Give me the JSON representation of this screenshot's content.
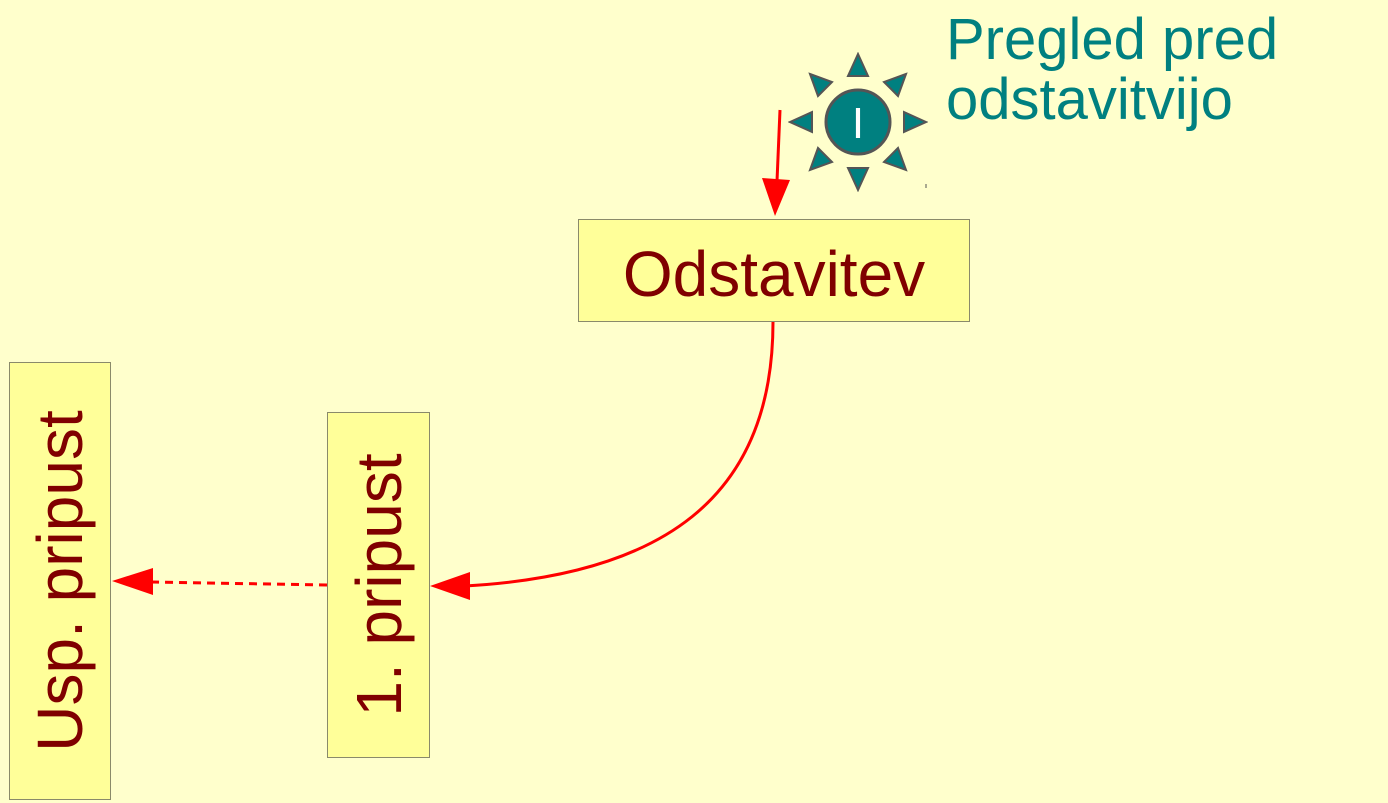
{
  "diagram": {
    "nodes": {
      "odstavitev": "Odstavitev",
      "pripust1": "1. pripust",
      "usp_pripust": "Usp. pripust"
    },
    "event": {
      "icon_letter": "I",
      "label_line1": "Pregled pred",
      "label_line2": "odstavitvijo",
      "icon": "sun-burst-event-icon"
    },
    "edges": [
      {
        "from": "event",
        "to": "odstavitev",
        "style": "solid"
      },
      {
        "from": "odstavitev",
        "to": "pripust1",
        "style": "solid"
      },
      {
        "from": "pripust1",
        "to": "usp_pripust",
        "style": "dashed"
      }
    ],
    "colors": {
      "background": "#ffffcc",
      "box_fill": "#ffff99",
      "box_text": "#800000",
      "event_text": "#008080",
      "arrow": "#ff0000",
      "icon_fill": "#008080"
    }
  }
}
